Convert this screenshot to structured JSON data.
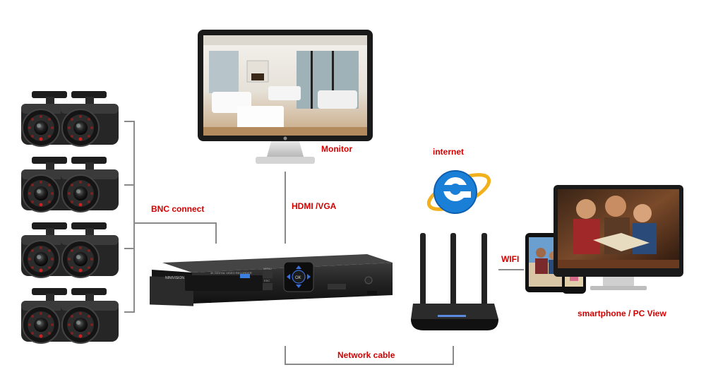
{
  "labels": {
    "monitor": "Monitor",
    "internet": "internet",
    "bnc": "BNC connect",
    "hdmi": "HDMI /VGA",
    "wifi": "WIFI",
    "network": "Network cable",
    "view": "smartphone / PC View"
  },
  "dvr": {
    "brand": "NINIVISION",
    "subtitle": "4K DIGITAL VIDEO RECORDER",
    "ok": "OK",
    "menu": "MENU",
    "esc": "ESC"
  },
  "colors": {
    "label_red": "#d40000",
    "line_gray": "#8a8a8a",
    "ie_blue": "#1a7fd6",
    "body_dark": "#1e1e1e"
  },
  "icons": [
    "cctv-camera-icon",
    "monitor-icon",
    "dvr-icon",
    "internet-explorer-icon",
    "router-icon",
    "tablet-icon",
    "smartphone-icon",
    "pc-monitor-icon"
  ]
}
